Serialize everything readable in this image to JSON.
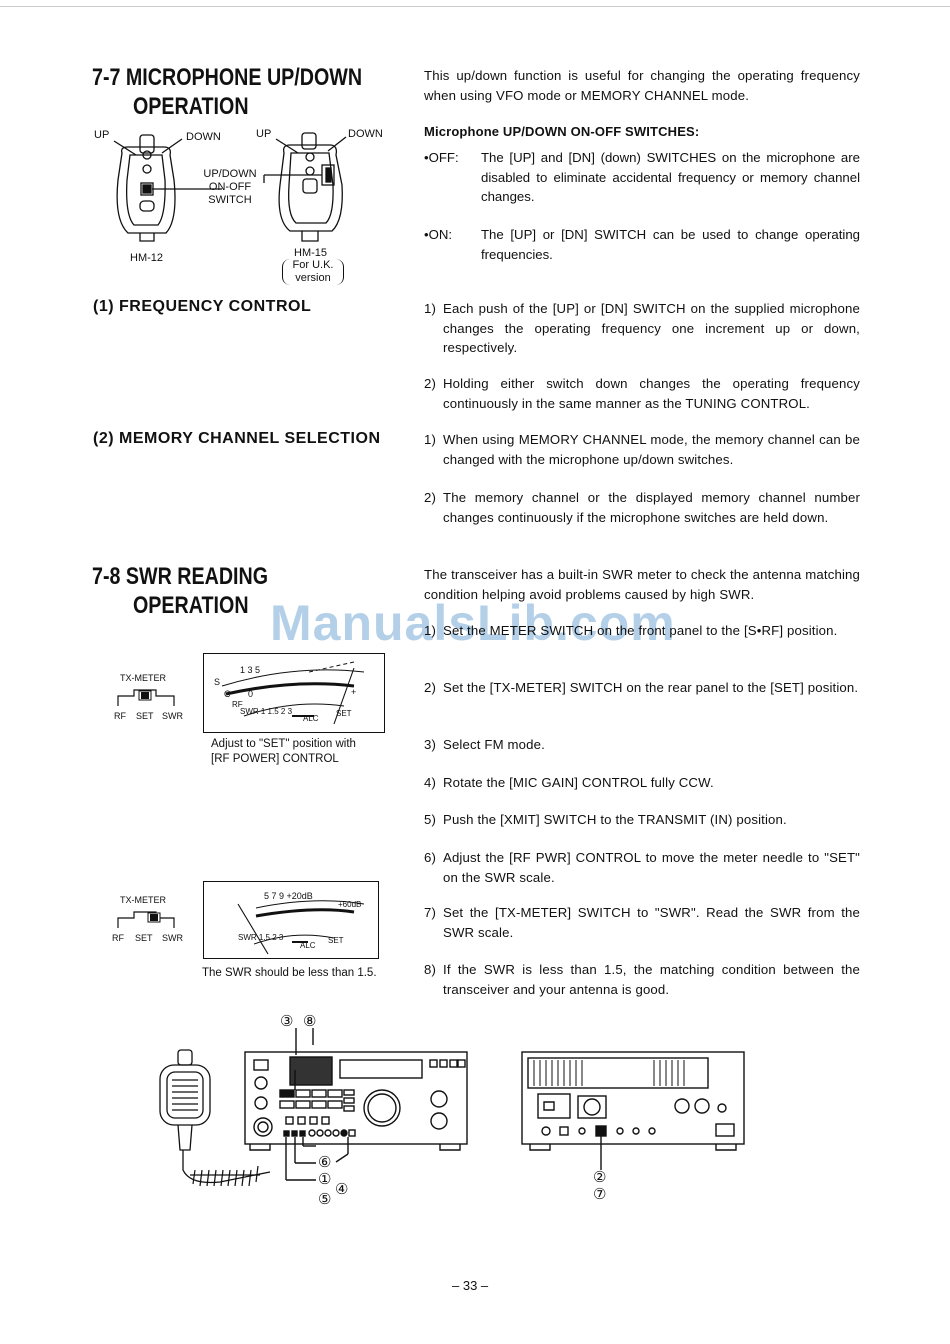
{
  "sec77": {
    "title_line1": "7-7 MICROPHONE UP/DOWN",
    "title_line2": "OPERATION",
    "intro": "This up/down function is useful for changing the operating frequency when using VFO mode or MEMORY CHANNEL mode.",
    "switches_heading": "Microphone UP/DOWN ON-OFF SWITCHES:",
    "off_key": "•OFF:",
    "off_text": "The [UP] and [DN] (down) SWITCHES on the microphone are disabled to eliminate accidental frequency or memory channel changes.",
    "on_key": "•ON:",
    "on_text": "The [UP] or [DN] SWITCH can be used to change operating frequencies.",
    "fig": {
      "up_left": "UP",
      "down_left": "DOWN",
      "up_right": "UP",
      "down_right": "DOWN",
      "switch_l1": "UP/DOWN",
      "switch_l2": "ON-OFF",
      "switch_l3": "SWITCH",
      "hm12": "HM-12",
      "hm15": "HM-15",
      "uk_l1": "For U.K.",
      "uk_l2": "version"
    },
    "freq_heading": "(1) FREQUENCY CONTROL",
    "freq_items": [
      {
        "num": "1)",
        "text": "Each push of the [UP] or [DN] SWITCH on the supplied microphone changes the operating frequency one increment up or down, respectively."
      },
      {
        "num": "2)",
        "text": "Holding either switch down changes the operating frequency continuously in the same manner as the TUNING CONTROL."
      }
    ],
    "mem_heading": "(2) MEMORY CHANNEL SELECTION",
    "mem_items": [
      {
        "num": "1)",
        "text": "When using MEMORY CHANNEL mode, the memory channel can be changed with the microphone up/down switches."
      },
      {
        "num": "2)",
        "text": "The memory channel or the displayed memory channel number changes continuously if the microphone switches are held down."
      }
    ]
  },
  "sec78": {
    "title_line1": "7-8 SWR READING",
    "title_line2": "OPERATION",
    "intro": "The transceiver has a built-in SWR meter to check the antenna matching condition helping avoid problems caused by high SWR.",
    "steps": [
      {
        "num": "1)",
        "text": "Set the METER SWITCH on the front panel to the [S•RF] position."
      },
      {
        "num": "2)",
        "text": "Set the [TX-METER] SWITCH on the rear panel to the [SET] position."
      },
      {
        "num": "3)",
        "text": "Select FM mode."
      },
      {
        "num": "4)",
        "text": "Rotate the [MIC GAIN] CONTROL fully CCW."
      },
      {
        "num": "5)",
        "text": "Push the [XMIT] SWITCH to the TRANSMIT (IN) position."
      },
      {
        "num": "6)",
        "text": "Adjust the [RF PWR] CONTROL to move the meter needle to \"SET\" on the SWR scale."
      },
      {
        "num": "7)",
        "text": "Set the [TX-METER] SWITCH to \"SWR\".  Read the SWR from the SWR scale."
      },
      {
        "num": "8)",
        "text": "If the SWR is less than 1.5, the matching condition between the transceiver and your antenna is good."
      }
    ],
    "meter1": {
      "tx_label": "TX-METER",
      "rf": "RF",
      "set": "SET",
      "swr": "SWR",
      "s": "S",
      "s_ticks": "1  3  5",
      "c": "C",
      "rf_small": "RF",
      "zero": "0",
      "swr_scale": "SWR 1  1.5 2   3",
      "alc": "ALC",
      "set_scale": "SET",
      "plus": "+",
      "caption_l1": "Adjust to \"SET\" position with",
      "caption_l2": "[RF POWER] CONTROL"
    },
    "meter2": {
      "tx_label": "TX-METER",
      "rf": "RF",
      "set": "SET",
      "swr": "SWR",
      "ticks": "5   7   9  +20dB",
      "db60": "+60dB",
      "swr_scale": "SWR 1.5 2  3",
      "alc": "ALC",
      "set_scale": "SET",
      "caption": "The SWR should be less than 1.5."
    },
    "callouts": {
      "top": [
        "③",
        "⑧"
      ],
      "c6": "⑥",
      "c1": "①",
      "c4": "④",
      "c5": "⑤",
      "r2": "②",
      "r7": "⑦"
    }
  },
  "watermark": "ManualsLib.com",
  "page_number": "– 33 –"
}
